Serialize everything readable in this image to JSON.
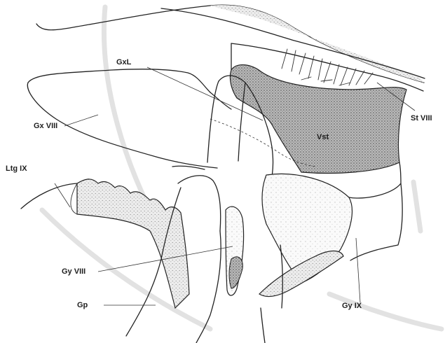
{
  "labels": {
    "gxl": "GxL",
    "gx_viii": "Gx VIII",
    "vst": "Vst",
    "st_viii": "St VIII",
    "ltg_ix": "Ltg IX",
    "gy_viii": "Gy VIII",
    "gp": "Gp",
    "gy_ix": "Gy IX"
  }
}
